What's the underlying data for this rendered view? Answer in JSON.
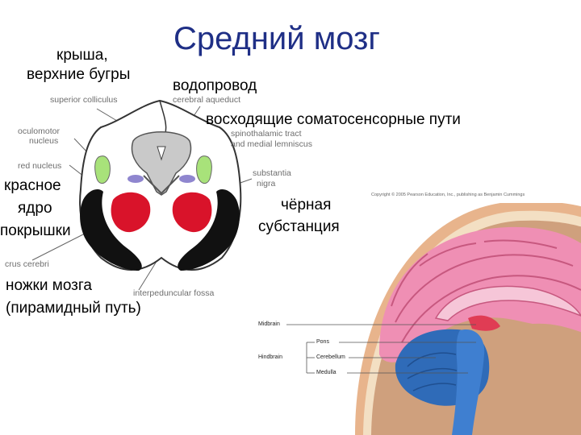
{
  "title": "Средний мозг",
  "labels_ru": {
    "roof": "крыша,",
    "superior_colliculi": "верхние бугры",
    "aqueduct": "водопровод",
    "ascending_tracts": "восходящие соматосенсорные пути",
    "red_nucleus_1": "красное",
    "red_nucleus_2": "ядро",
    "red_nucleus_3": "покрышки",
    "substantia_nigra_1": "чёрная",
    "substantia_nigra_2": "субстанция",
    "crus_1": "ножки мозга",
    "crus_2": "(пирамидный путь)"
  },
  "labels_en": {
    "superior_colliculus": "superior colliculus",
    "cerebral_aqueduct": "cerebral aqueduct",
    "oculomotor_1": "oculomotor",
    "oculomotor_2": "nucleus",
    "spinothalamic_1": "spinothalamic tract",
    "spinothalamic_2": "and medial lemniscus",
    "red_nucleus": "red nucleus",
    "substantia_nigra_1": "substantia",
    "substantia_nigra_2": "nigra",
    "crus_cerebri": "crus cerebri",
    "interpeduncular_fossa": "interpeduncular fossa"
  },
  "atlas": {
    "copyright": "Copyright © 2005 Pearson Education, Inc., publishing as Benjamin Cummings",
    "midbrain": "Midbrain",
    "pons": "Pons",
    "cerebellum": "Cerebellum",
    "hindbrain": "Hindbrain",
    "medulla": "Medulla"
  },
  "colors": {
    "title": "#1f2f86",
    "red_nucleus": "#d9132a",
    "substantia_nigra": "#111111",
    "oculomotor_nucleus": "#a8e27a",
    "lemniscus": "#8f86cf",
    "periaqueductal_gray": "#c9c9c9",
    "cerebrum": "#ef8fb4",
    "hindbrain": "#2f6bb8",
    "midbrain": "#e03c54"
  }
}
